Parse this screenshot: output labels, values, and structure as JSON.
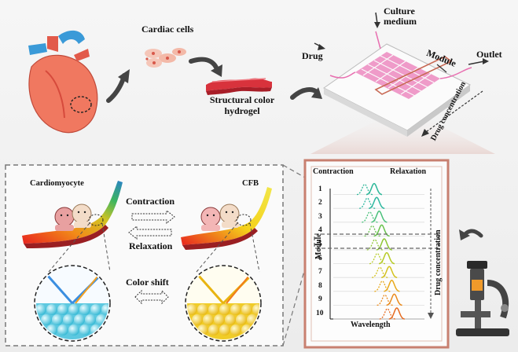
{
  "top": {
    "cardiac_cells": "Cardiac cells",
    "hydrogel_line1": "Structural color",
    "hydrogel_line2": "hydrogel",
    "culture_line1": "Culture",
    "culture_line2": "medium",
    "drug": "Drug",
    "module": "Module",
    "outlet": "Outlet",
    "drug_concentration": "Drug concentration"
  },
  "left_panel": {
    "cardiomyocyte": "Cardiomyocyte",
    "cfb": "CFB",
    "contraction": "Contraction",
    "relaxation": "Relaxation",
    "color_shift": "Color shift"
  },
  "spectra_panel": {
    "contraction": "Contraction",
    "relaxation": "Relaxation",
    "module_axis": "Module",
    "wavelength": "Wavelength",
    "drug_concentration": "Drug concentration",
    "rows": [
      "1",
      "2",
      "3",
      "4",
      "5",
      "6",
      "7",
      "8",
      "9",
      "10"
    ]
  },
  "colors": {
    "heart": "#f07860",
    "vessel_blue": "#3a9ad8",
    "hydrogel_red": "#d8323c",
    "panel_border": "#c88070",
    "chip_pink": "#e86fb0",
    "row_colors": [
      "#2fb89a",
      "#2fb8a0",
      "#49c07a",
      "#66c24a",
      "#8ec633",
      "#b8cc2a",
      "#d4c21e",
      "#e8a81a",
      "#ea8a1c",
      "#e66a1e"
    ]
  }
}
